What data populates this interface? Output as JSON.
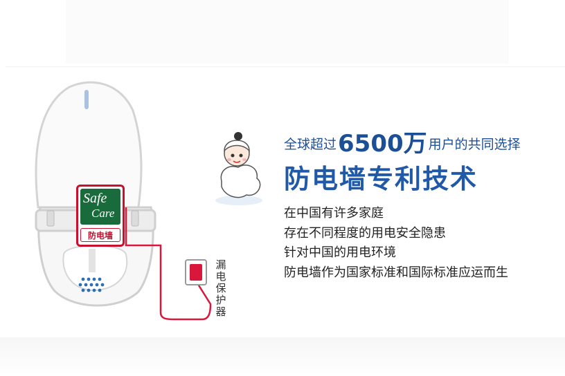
{
  "logo": {
    "line1": "Safe",
    "line2": "Care",
    "badge": "防电墙"
  },
  "device_label": "漏电保护器",
  "tagline": {
    "prefix": "全球超过",
    "number": "6500万",
    "suffix": "用户的共同选择"
  },
  "headline": "防电墙专利技术",
  "features": [
    "在中国有许多家庭",
    "存在不同程度的用电安全隐患",
    "针对中国的用电环境",
    "防电墙作为国家标准和国际标准应运而生"
  ],
  "colors": {
    "accent_blue": "#1f59a8",
    "wire_red": "#d9173b",
    "logo_green": "#1a6b3c"
  }
}
